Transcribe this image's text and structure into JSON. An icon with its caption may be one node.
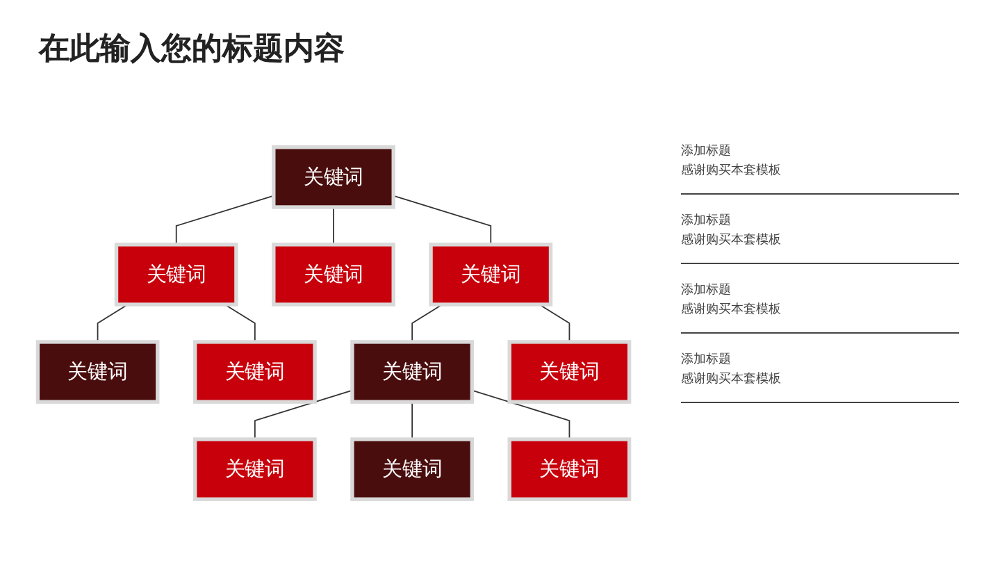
{
  "diagram": {
    "title": "在此输入您的标题内容",
    "nodes": [
      {
        "text": [
          "关键词"
        ]
      },
      {
        "text": [
          "关键词"
        ]
      },
      {
        "text": [
          "关键词"
        ]
      },
      {
        "text": [
          "关键词"
        ]
      },
      {
        "text": [
          "关键词"
        ]
      },
      {
        "text": [
          "关键词"
        ]
      },
      {
        "text": [
          "关键词"
        ]
      },
      {
        "text": [
          "关键词"
        ]
      },
      {
        "text": [
          "关键词"
        ]
      },
      {
        "text": [
          "关键词"
        ]
      },
      {
        "text": [
          "关键词"
        ]
      }
    ],
    "edges": [
      {
        "from": 0,
        "to": 1,
        "arrow": "none"
      },
      {
        "from": 0,
        "to": 2,
        "arrow": "none"
      },
      {
        "from": 0,
        "to": 3,
        "arrow": "none"
      },
      {
        "from": 1,
        "to": 4,
        "arrow": "none"
      },
      {
        "from": 1,
        "to": 5,
        "arrow": "none"
      },
      {
        "from": 2,
        "to": 6,
        "arrow": "none"
      },
      {
        "from": 2,
        "to": 7,
        "arrow": "none"
      },
      {
        "from": 4,
        "to": 8,
        "arrow": "none"
      },
      {
        "from": 4,
        "to": 9,
        "arrow": "none"
      },
      {
        "from": 4,
        "to": 10,
        "arrow": "none"
      }
    ],
    "labels": [
      "添加标题",
      "感谢购买本套模板",
      "添加标题",
      "感谢购买本套模板",
      "添加标题",
      "感谢购买本套模板",
      "添加标题",
      "感谢购买本套模板"
    ]
  }
}
